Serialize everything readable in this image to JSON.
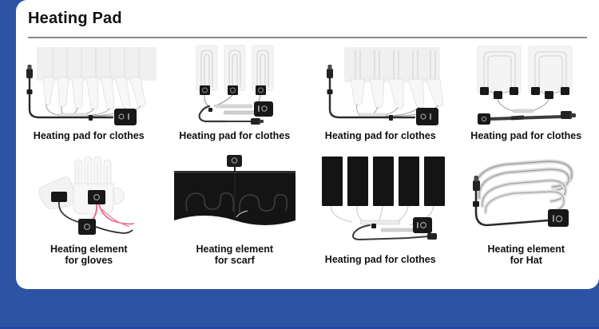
{
  "theme": {
    "frame_blue": "#2d53a5",
    "card_white": "#ffffff",
    "rule_gray": "#8a8a8a",
    "text_black": "#111111",
    "pad_white": "#f2f2f2",
    "pad_black": "#1a1a1a",
    "wire_dark": "#2b2b2b",
    "wire_light": "#cccccc",
    "accent_red": "#e8607f"
  },
  "header": {
    "title": "Heating Pad"
  },
  "products": [
    {
      "id": "clothes-fan-7",
      "caption": "Heating pad for clothes",
      "art": "fan-pads-white-7",
      "caption_style": "tight"
    },
    {
      "id": "clothes-strips-3",
      "caption": "Heating pad for clothes",
      "art": "three-vertical-white-pads",
      "caption_style": "tight"
    },
    {
      "id": "clothes-fan-5",
      "caption": "Heating pad for clothes",
      "art": "fan-pads-white-5",
      "caption_style": "tight"
    },
    {
      "id": "clothes-wide-2",
      "caption": "Heating pad for clothes",
      "art": "two-wide-white-pads",
      "caption_style": "tight"
    },
    {
      "id": "gloves",
      "caption": "Heating element\nfor gloves",
      "art": "glove-pair",
      "caption_style": "tight"
    },
    {
      "id": "scarf",
      "caption": "Heating element\nfor scarf",
      "art": "black-scarf-panel",
      "caption_style": "tight"
    },
    {
      "id": "clothes-black-strips-5",
      "caption": "Heating pad for clothes",
      "art": "five-black-strips",
      "caption_style": "low"
    },
    {
      "id": "hat",
      "caption": "Heating element\nfor Hat",
      "art": "hat-ribbon-coil",
      "caption_style": "tight"
    }
  ]
}
